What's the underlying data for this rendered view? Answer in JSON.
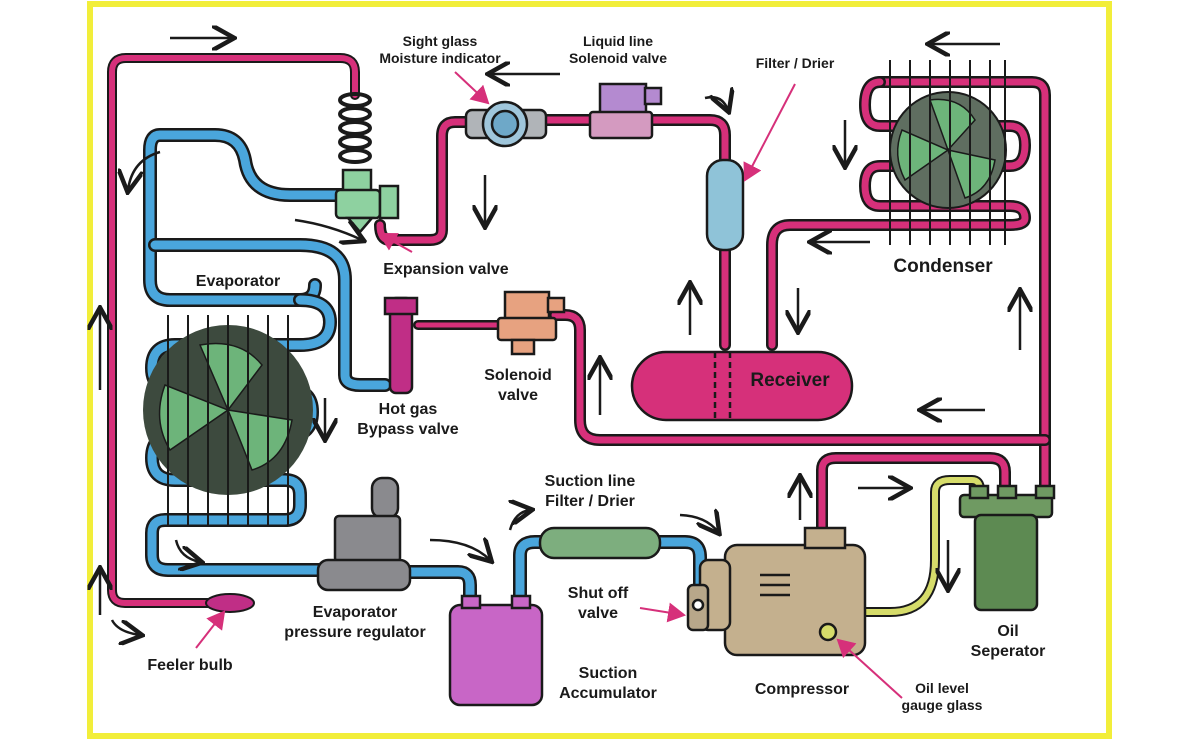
{
  "diagram": {
    "colors": {
      "frame": "#f2ee3a",
      "hot_line": "#d6307a",
      "cold_line": "#4aa6dc",
      "oil_line": "#d6dc6a",
      "outline": "#1a1a1a"
    },
    "labels": {
      "sight_glass_1": "Sight glass",
      "sight_glass_2": "Moisture indicator",
      "liquid_solenoid_1": "Liquid line",
      "liquid_solenoid_2": "Solenoid valve",
      "filter_drier": "Filter / Drier",
      "expansion_valve": "Expansion valve",
      "evaporator": "Evaporator",
      "condenser": "Condenser",
      "receiver": "Receiver",
      "solenoid_valve_1": "Solenoid",
      "solenoid_valve_2": "valve",
      "hot_gas_1": "Hot gas",
      "hot_gas_2": "Bypass valve",
      "suction_filter_1": "Suction line",
      "suction_filter_2": "Filter / Drier",
      "shut_off_1": "Shut off",
      "shut_off_2": "valve",
      "epr_1": "Evaporator",
      "epr_2": "pressure regulator",
      "feeler_bulb": "Feeler bulb",
      "suction_acc_1": "Suction",
      "suction_acc_2": "Accumulator",
      "compressor": "Compressor",
      "oil_sep_1": "Oil",
      "oil_sep_2": "Seperator",
      "oil_gauge_1": "Oil level",
      "oil_gauge_2": "gauge glass"
    }
  }
}
